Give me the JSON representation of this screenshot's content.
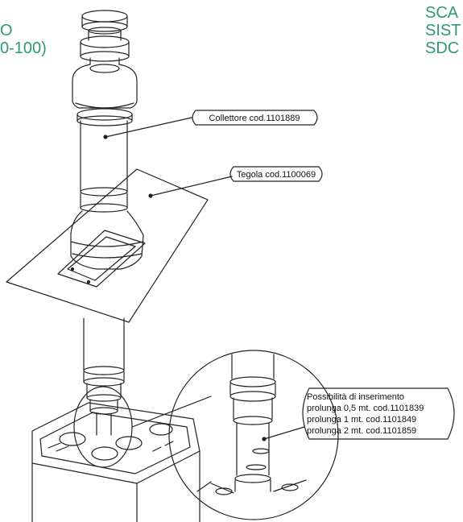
{
  "header": {
    "left_line1": "O",
    "left_line2": "0-100)",
    "right_line1": "SCA",
    "right_line2": "SIST",
    "right_line3": "SDC"
  },
  "callouts": {
    "collettore": "Collettore cod.1101889",
    "tegola": "Tegola cod.1100069",
    "inserimento_title": "Possibilità di inserimento",
    "prolunga_05": "prolunga 0,5 mt. cod.1101839",
    "prolunga_1": "prolunga 1 mt. cod.1101849",
    "prolunga_2": "prolunga 2 mt. cod.1101859"
  },
  "colors": {
    "accent": "#2e9a6e",
    "line": "#222222"
  }
}
